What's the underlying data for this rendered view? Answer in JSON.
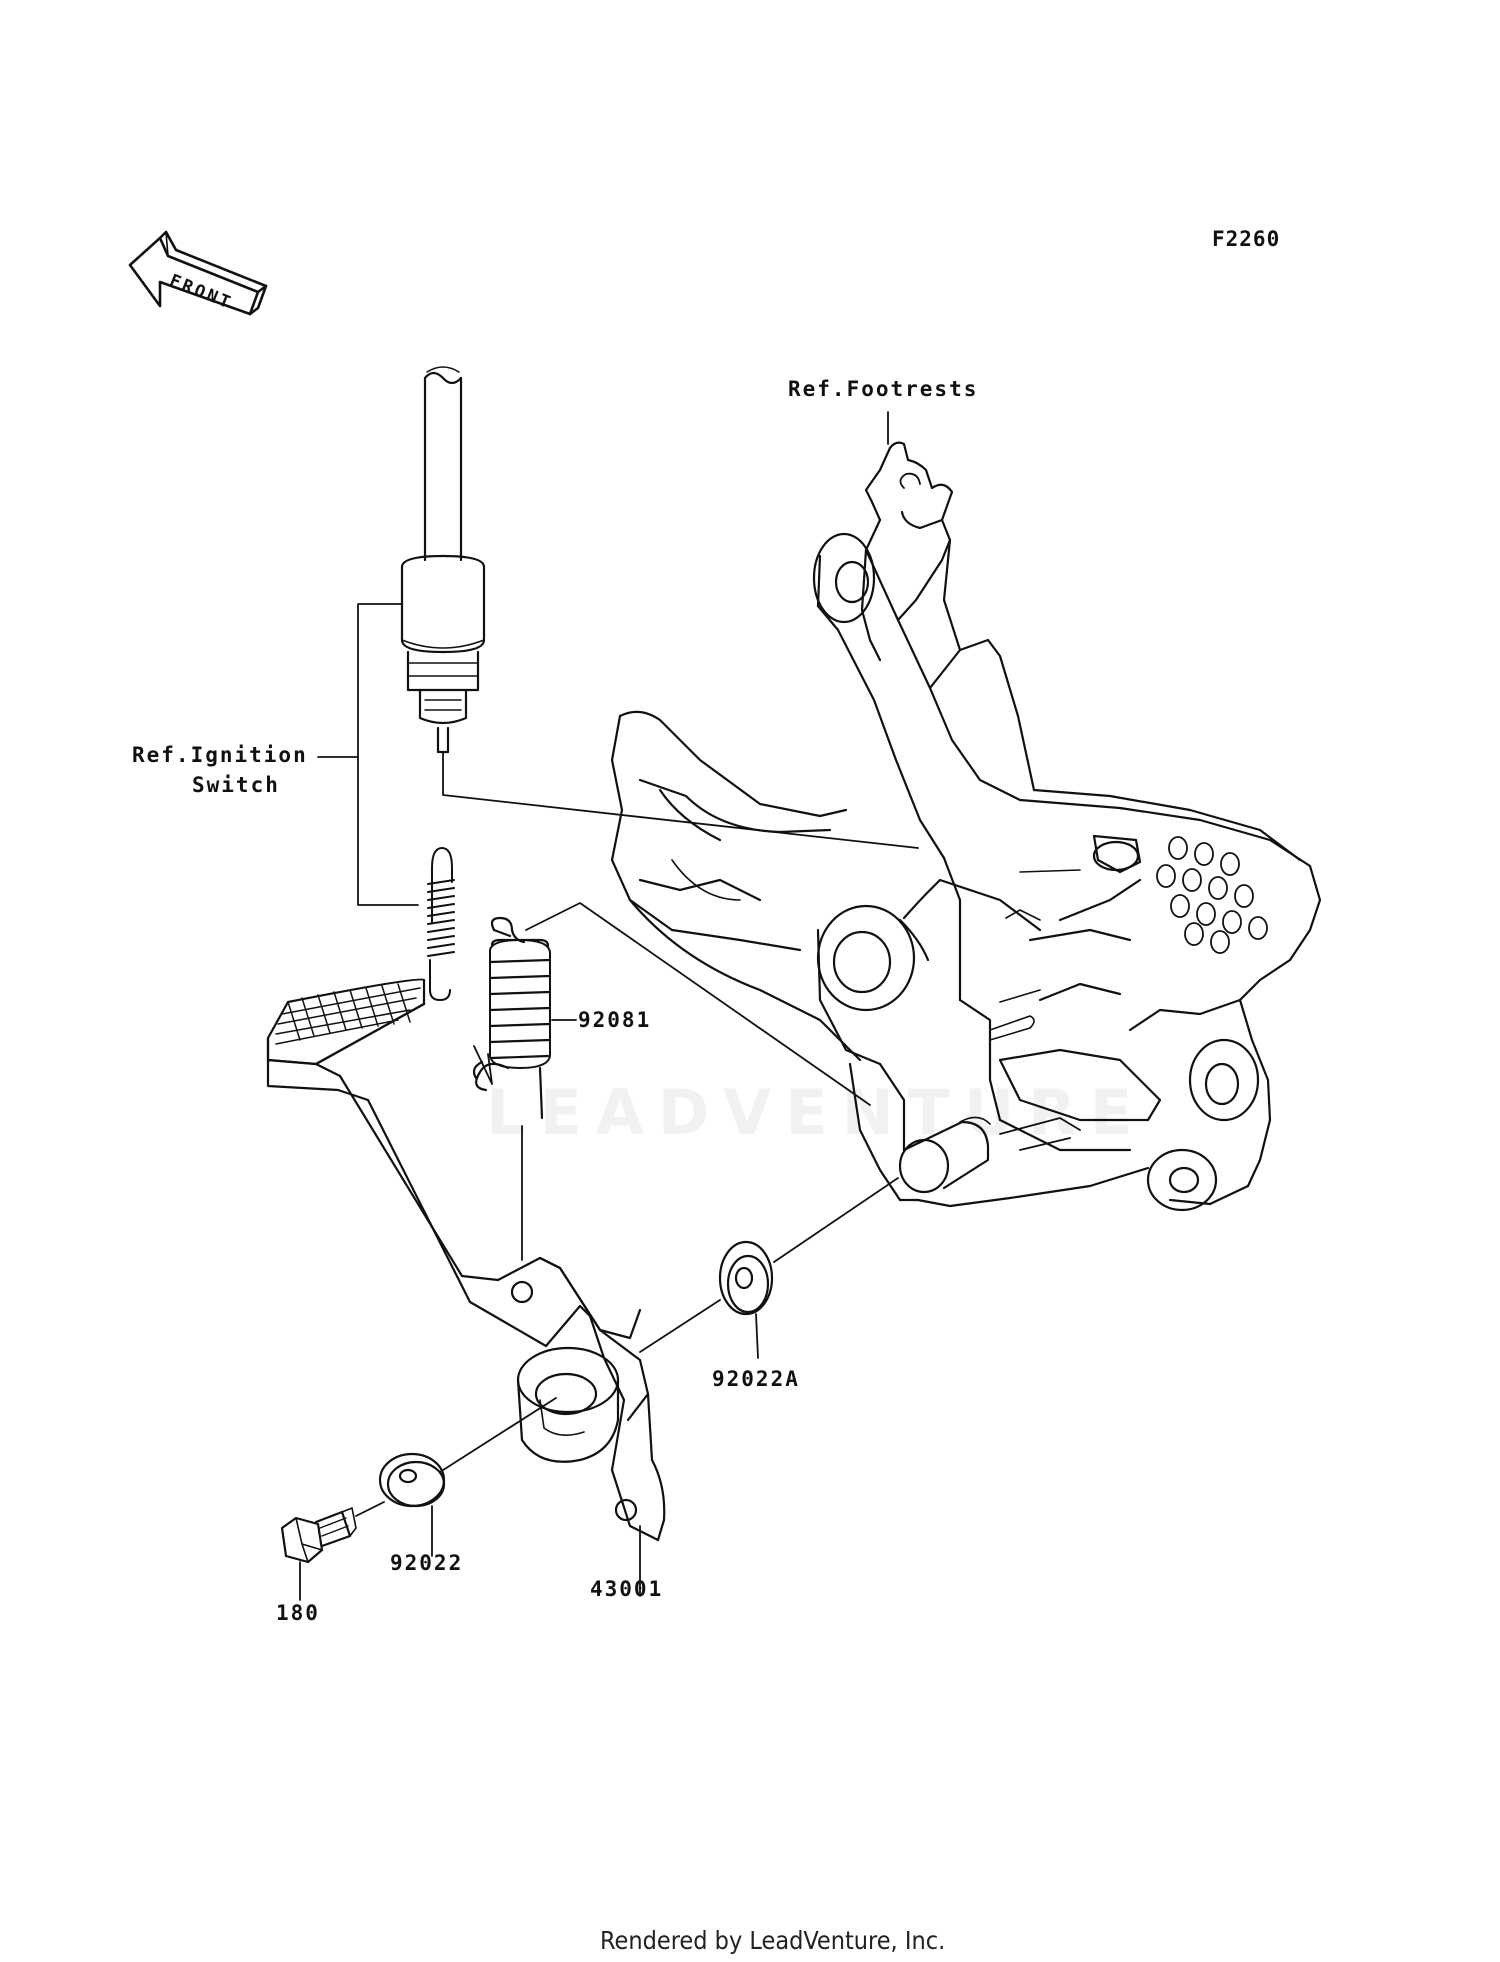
{
  "figure_code": "F2260",
  "front_marker": "FRONT",
  "watermark": "LEADVENTURE",
  "footer": "Rendered by LeadVenture, Inc.",
  "references": {
    "footrests": "Ref.Footrests",
    "ignition_switch_line1": "Ref.Ignition",
    "ignition_switch_line2": "Switch"
  },
  "parts": {
    "spring": "92081",
    "washer_a": "92022A",
    "washer": "92022",
    "bolt": "180",
    "brake_pedal": "43001"
  },
  "colors": {
    "line": "#111111",
    "background": "#ffffff"
  }
}
